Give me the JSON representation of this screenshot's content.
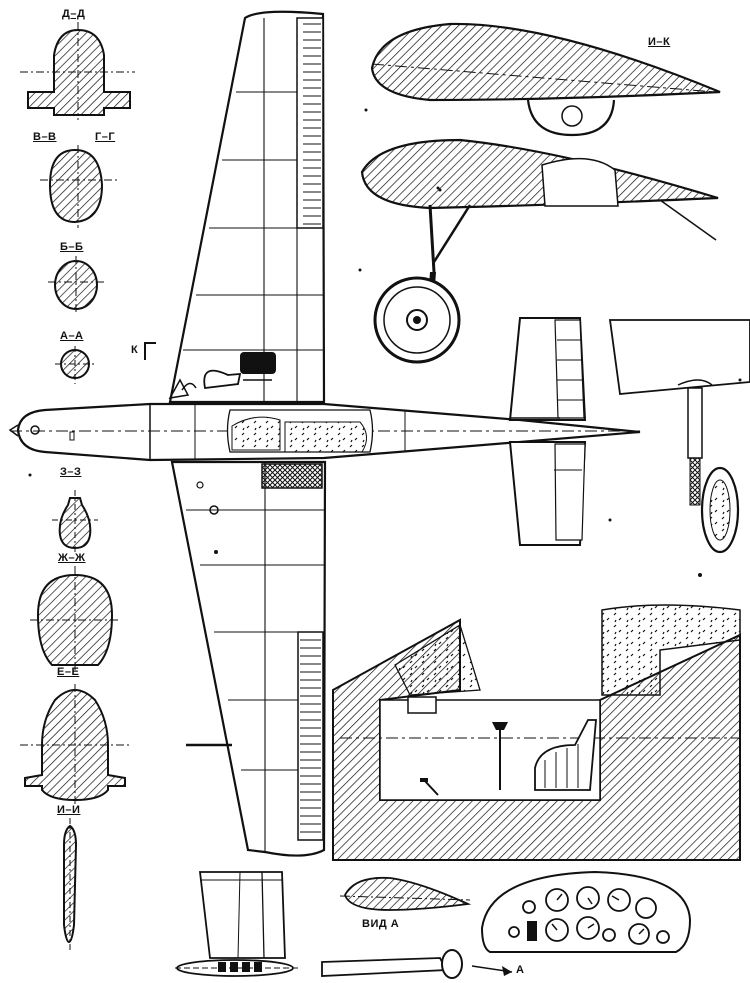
{
  "sections": {
    "dd": "Д–Д",
    "vv": "В–В",
    "gg": "Г–Г",
    "bb": "Б–Б",
    "aa": "А–А",
    "zz": "З–З",
    "zhzh": "Ж–Ж",
    "ee": "Е–Е",
    "ii": "И–И",
    "kk": "И–К"
  },
  "marker_k": "К",
  "view_a": "ВИД  А",
  "arrow_a": "А"
}
